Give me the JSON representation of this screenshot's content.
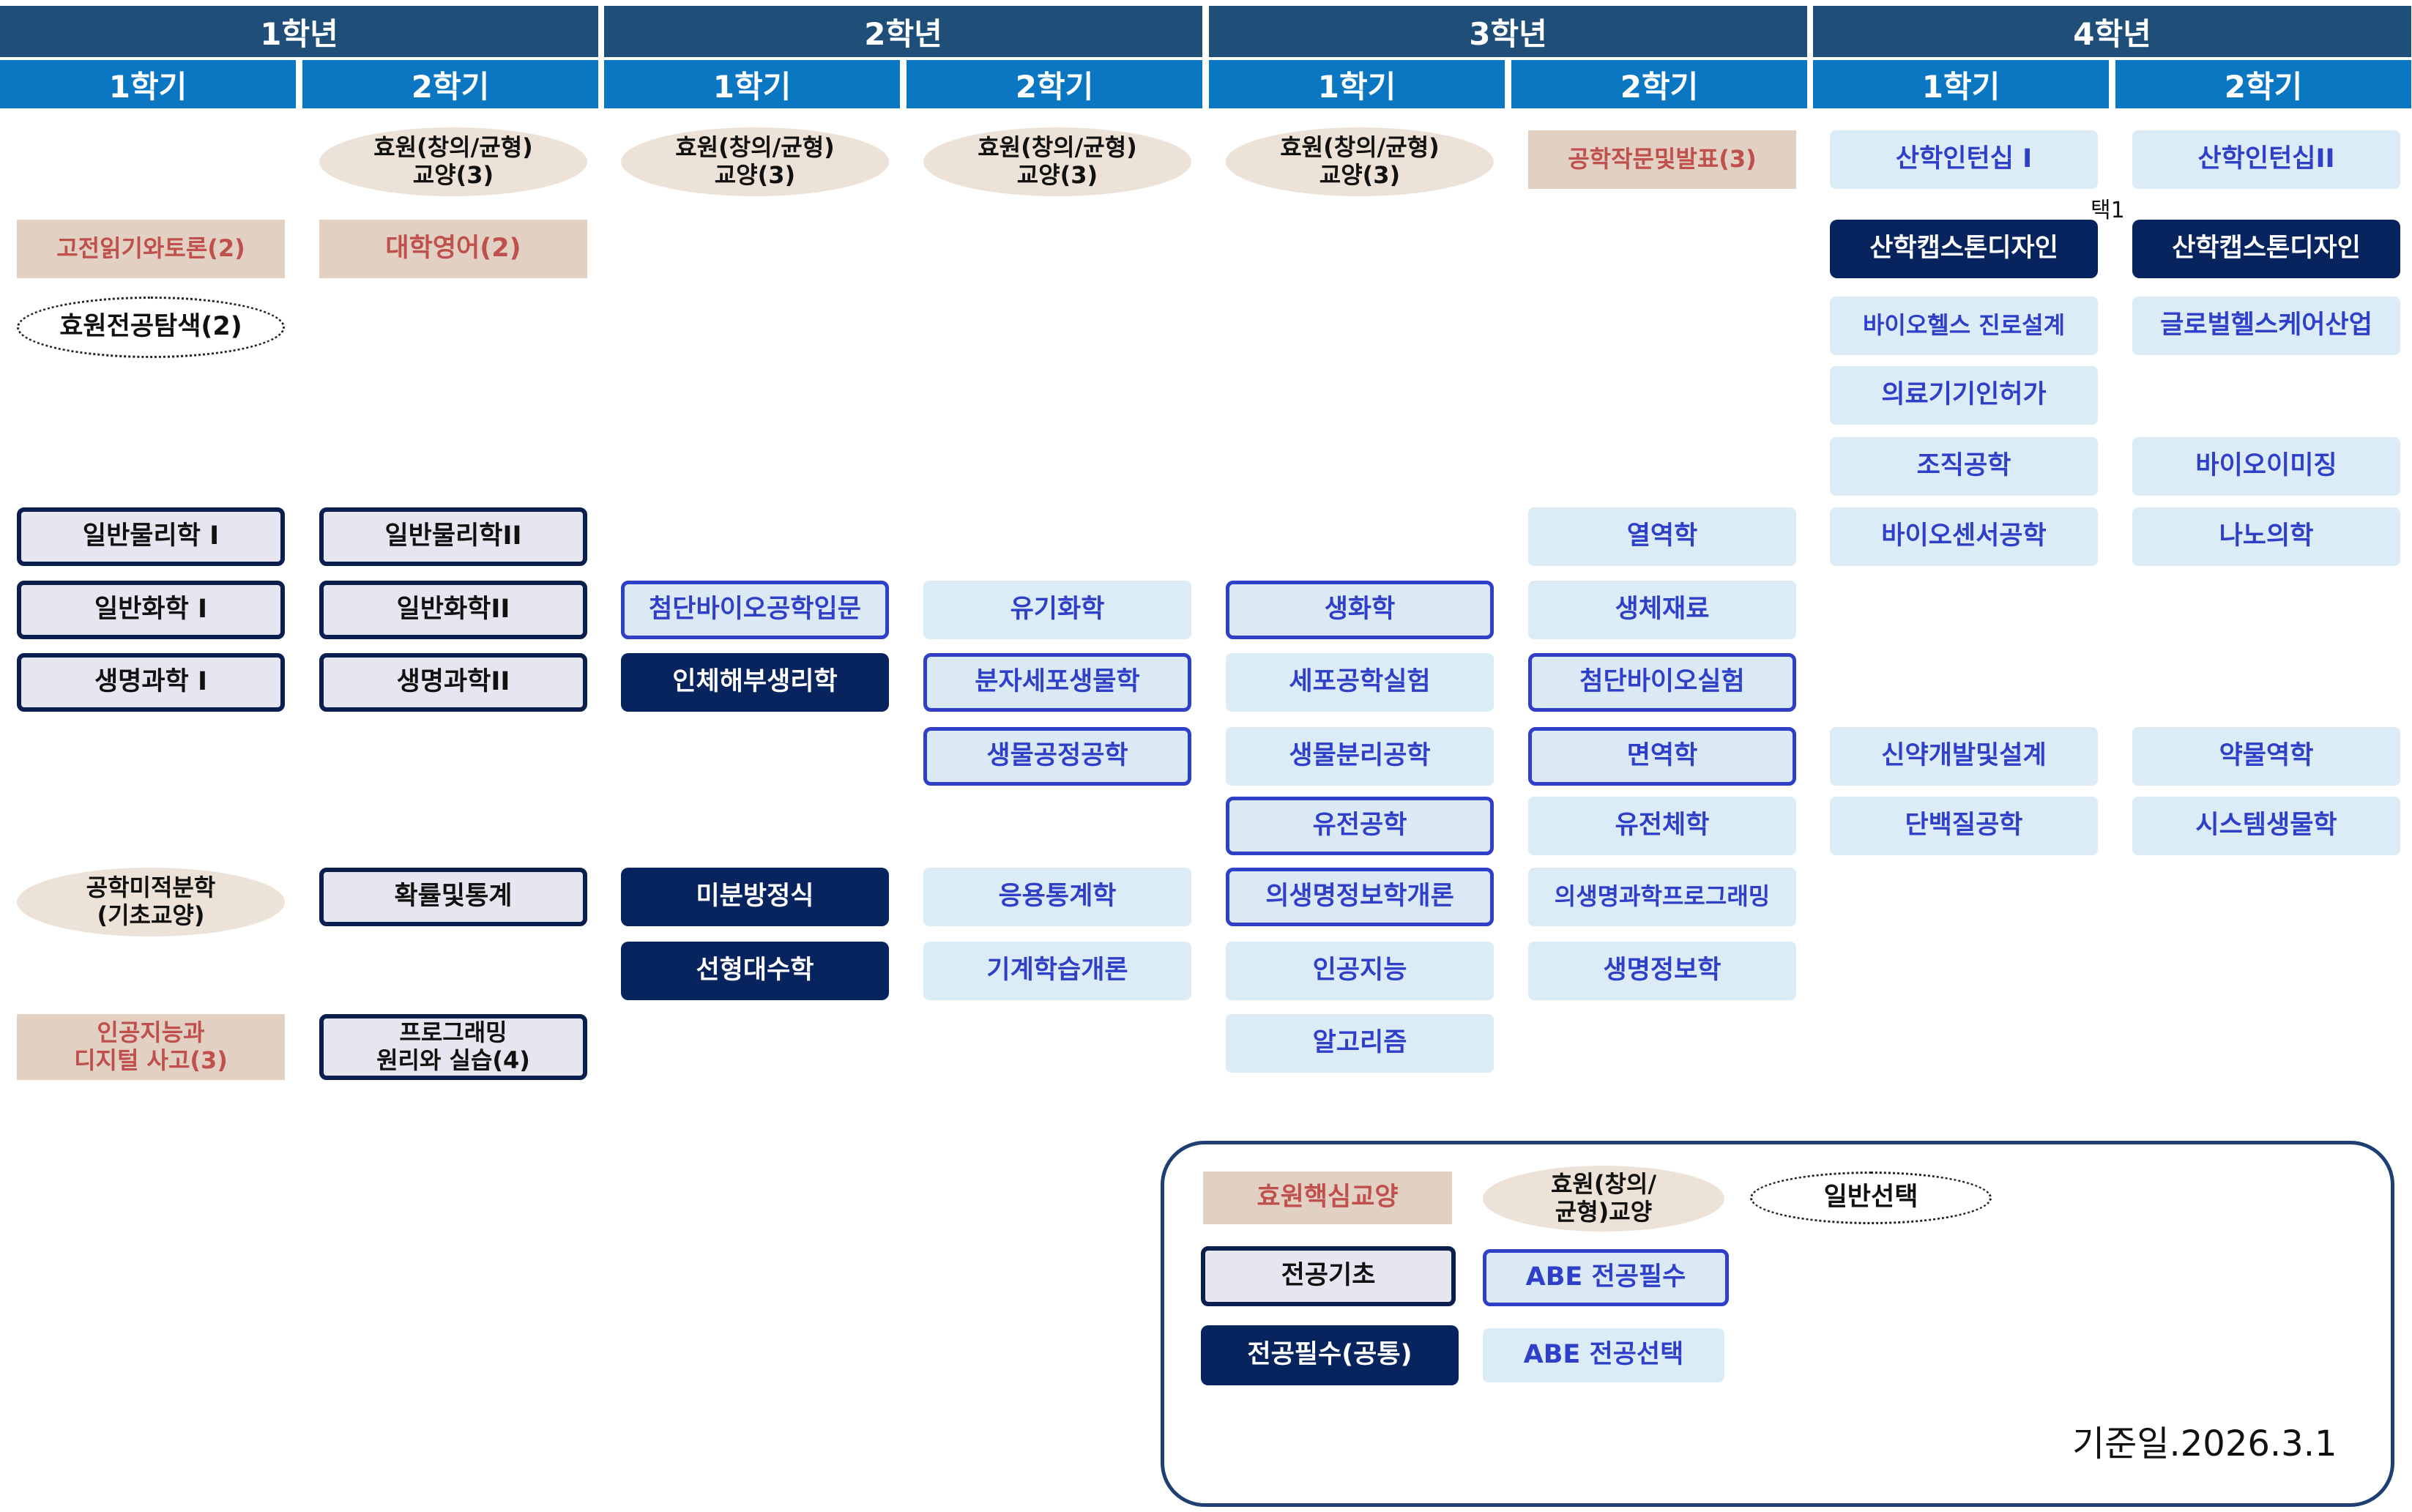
{
  "years": [
    "1학년",
    "2학년",
    "3학년",
    "4학년"
  ],
  "semesters": [
    "1학기",
    "2학기",
    "1학기",
    "2학기",
    "1학기",
    "2학기",
    "1학기",
    "2학기"
  ],
  "courses": [
    {
      "label": "효원(창의/균형)\n교양(3)",
      "type": "balanced",
      "semester": 2,
      "row": 1
    },
    {
      "label": "효원(창의/균형)\n교양(3)",
      "type": "balanced",
      "semester": 3,
      "row": 1
    },
    {
      "label": "효원(창의/균형)\n교양(3)",
      "type": "balanced",
      "semester": 4,
      "row": 1
    },
    {
      "label": "효원(창의/균형)\n교양(3)",
      "type": "balanced",
      "semester": 5,
      "row": 1
    },
    {
      "label": "공학작문및발표(3)",
      "type": "core",
      "semester": 6,
      "row": 1
    },
    {
      "label": "산학인턴십 I",
      "type": "abe_elective",
      "semester": 7,
      "row": 1
    },
    {
      "label": "산학인턴십II",
      "type": "abe_elective",
      "semester": 8,
      "row": 1
    },
    {
      "label": "고전읽기와토론(2)",
      "type": "core",
      "semester": 1,
      "row": 2
    },
    {
      "label": "대학영어(2)",
      "type": "core",
      "semester": 2,
      "row": 2
    },
    {
      "label": "산학캡스톤디자인",
      "type": "major_common",
      "semester": 7,
      "row": 2
    },
    {
      "label": "산학캡스톤디자인",
      "type": "major_common",
      "semester": 8,
      "row": 2
    },
    {
      "label": "효원전공탐색(2)",
      "type": "general",
      "semester": 1,
      "row": 3
    },
    {
      "label": "바이오헬스 진로설계",
      "type": "abe_elective",
      "semester": 7,
      "row": 3
    },
    {
      "label": "글로벌헬스케어산업",
      "type": "abe_elective",
      "semester": 8,
      "row": 3
    },
    {
      "label": "의료기기인허가",
      "type": "abe_elective",
      "semester": 7,
      "row": 4
    },
    {
      "label": "조직공학",
      "type": "abe_elective",
      "semester": 7,
      "row": 5
    },
    {
      "label": "바이오이미징",
      "type": "abe_elective",
      "semester": 8,
      "row": 5
    },
    {
      "label": "일반물리학 I",
      "type": "foundation",
      "semester": 1,
      "row": 6
    },
    {
      "label": "일반물리학II",
      "type": "foundation",
      "semester": 2,
      "row": 6
    },
    {
      "label": "열역학",
      "type": "abe_elective",
      "semester": 6,
      "row": 6
    },
    {
      "label": "바이오센서공학",
      "type": "abe_elective",
      "semester": 7,
      "row": 6
    },
    {
      "label": "나노의학",
      "type": "abe_elective",
      "semester": 8,
      "row": 6
    },
    {
      "label": "일반화학 I",
      "type": "foundation",
      "semester": 1,
      "row": 7
    },
    {
      "label": "일반화학II",
      "type": "foundation",
      "semester": 2,
      "row": 7
    },
    {
      "label": "첨단바이오공학입문",
      "type": "abe_required",
      "semester": 3,
      "row": 7
    },
    {
      "label": "유기화학",
      "type": "abe_elective",
      "semester": 4,
      "row": 7
    },
    {
      "label": "생화학",
      "type": "abe_required",
      "semester": 5,
      "row": 7
    },
    {
      "label": "생체재료",
      "type": "abe_elective",
      "semester": 6,
      "row": 7
    },
    {
      "label": "생명과학 I",
      "type": "foundation",
      "semester": 1,
      "row": 8
    },
    {
      "label": "생명과학II",
      "type": "foundation",
      "semester": 2,
      "row": 8
    },
    {
      "label": "인체해부생리학",
      "type": "major_common",
      "semester": 3,
      "row": 8
    },
    {
      "label": "분자세포생물학",
      "type": "abe_required",
      "semester": 4,
      "row": 8
    },
    {
      "label": "세포공학실험",
      "type": "abe_elective",
      "semester": 5,
      "row": 8
    },
    {
      "label": "첨단바이오실험",
      "type": "abe_required",
      "semester": 6,
      "row": 8
    },
    {
      "label": "생물공정공학",
      "type": "abe_required",
      "semester": 4,
      "row": 9
    },
    {
      "label": "생물분리공학",
      "type": "abe_elective",
      "semester": 5,
      "row": 9
    },
    {
      "label": "면역학",
      "type": "abe_required",
      "semester": 6,
      "row": 9
    },
    {
      "label": "신약개발및설계",
      "type": "abe_elective",
      "semester": 7,
      "row": 9
    },
    {
      "label": "약물역학",
      "type": "abe_elective",
      "semester": 8,
      "row": 9
    },
    {
      "label": "유전공학",
      "type": "abe_required",
      "semester": 5,
      "row": 10
    },
    {
      "label": "유전체학",
      "type": "abe_elective",
      "semester": 6,
      "row": 10
    },
    {
      "label": "단백질공학",
      "type": "abe_elective",
      "semester": 7,
      "row": 10
    },
    {
      "label": "시스템생물학",
      "type": "abe_elective",
      "semester": 8,
      "row": 10
    },
    {
      "label": "공학미적분학\n(기초교양)",
      "type": "balanced",
      "semester": 1,
      "row": 11
    },
    {
      "label": "확률및통계",
      "type": "foundation",
      "semester": 2,
      "row": 11
    },
    {
      "label": "미분방정식",
      "type": "major_common",
      "semester": 3,
      "row": 11
    },
    {
      "label": "응용통계학",
      "type": "abe_elective",
      "semester": 4,
      "row": 11
    },
    {
      "label": "의생명정보학개론",
      "type": "abe_required",
      "semester": 5,
      "row": 11
    },
    {
      "label": "의생명과학프로그래밍",
      "type": "abe_elective",
      "semester": 6,
      "row": 11
    },
    {
      "label": "선형대수학",
      "type": "major_common",
      "semester": 3,
      "row": 12
    },
    {
      "label": "기계학습개론",
      "type": "abe_elective",
      "semester": 4,
      "row": 12
    },
    {
      "label": "인공지능",
      "type": "abe_elective",
      "semester": 5,
      "row": 12
    },
    {
      "label": "생명정보학",
      "type": "abe_elective",
      "semester": 6,
      "row": 12
    },
    {
      "label": "인공지능과\n디지털 사고(3)",
      "type": "core",
      "semester": 1,
      "row": 13
    },
    {
      "label": "프로그래밍\n원리와 실습(4)",
      "type": "foundation",
      "semester": 2,
      "row": 13
    },
    {
      "label": "알고리즘",
      "type": "abe_elective",
      "semester": 5,
      "row": 13
    }
  ],
  "choice_note": "택1",
  "legend": [
    {
      "label": "효원핵심교양",
      "type": "core"
    },
    {
      "label": "효원(창의/\n균형)교양",
      "type": "balanced"
    },
    {
      "label": "일반선택",
      "type": "general"
    },
    {
      "label": "전공기초",
      "type": "foundation"
    },
    {
      "label": "ABE 전공필수",
      "type": "abe_required"
    },
    {
      "label": "전공필수(공통)",
      "type": "major_common"
    },
    {
      "label": "ABE 전공선택",
      "type": "abe_elective"
    }
  ],
  "date_label": "기준일.2026.3.1"
}
